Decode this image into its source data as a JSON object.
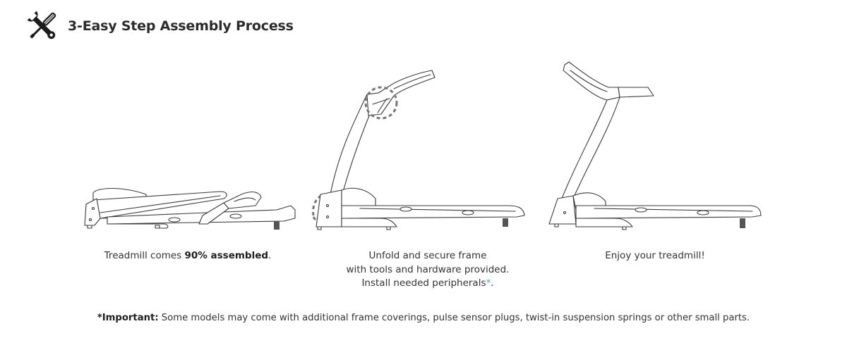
{
  "header": {
    "icon": "tools-icon",
    "title": "3-Easy Step Assembly Process"
  },
  "steps": [
    {
      "illustration": "treadmill-folded",
      "caption_pre": "Treadmill comes ",
      "caption_bold": "90% assembled",
      "caption_post": "."
    },
    {
      "illustration": "treadmill-unfolding",
      "line1": "Unfold and secure frame",
      "line2": "with tools and hardware provided.",
      "line3_pre": "Install needed peripherals",
      "line3_asterisk": "*",
      "line3_post": "."
    },
    {
      "illustration": "treadmill-assembled",
      "caption": "Enjoy your treadmill!"
    }
  ],
  "footnote": {
    "label": "*Important:",
    "text": " Some models may come with additional frame coverings, pulse sensor plugs, twist-in suspension springs or other small parts."
  },
  "colors": {
    "asterisk": "#29b6e8",
    "text": "#333333",
    "line_art": "#3a3a3a"
  }
}
